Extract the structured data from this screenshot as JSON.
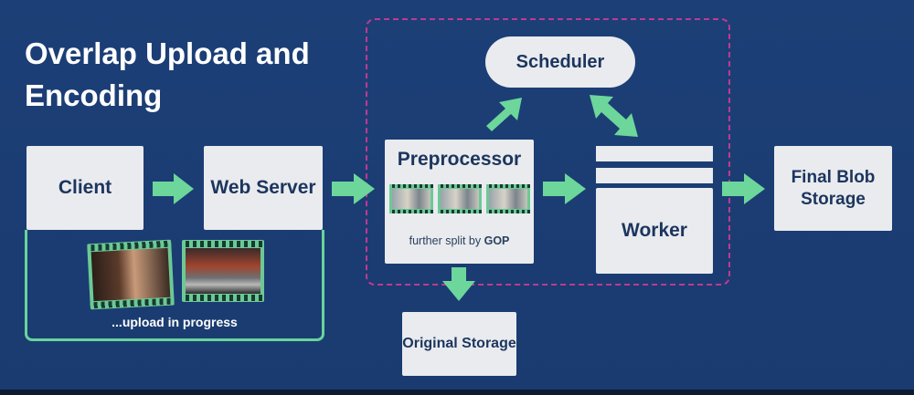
{
  "title": "Overlap Upload and Encoding",
  "nodes": {
    "client": "Client",
    "web_server": "Web Server",
    "preprocessor": "Preprocessor",
    "preprocessor_note_prefix": "further split by ",
    "preprocessor_note_bold": "GOP",
    "scheduler": "Scheduler",
    "worker": "Worker",
    "final_blob_storage": "Final Blob Storage",
    "original_storage": "Original Storage"
  },
  "upload_caption": "...upload in progress",
  "colors": {
    "background": "#1b3d73",
    "box": "#e9ebee",
    "box_text": "#1c355e",
    "arrow": "#6cd69b",
    "dashed_group": "#c0398f"
  },
  "icons": [
    "film-strip-icon",
    "arrow-right-icon",
    "arrow-down-icon",
    "arrow-up-right-icon",
    "arrow-bidirectional-icon"
  ]
}
